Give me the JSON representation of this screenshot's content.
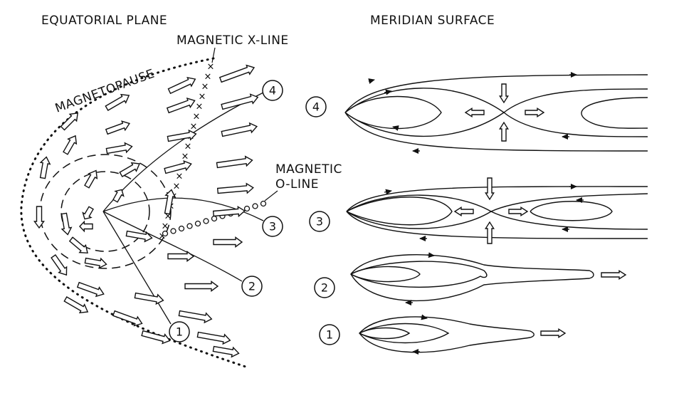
{
  "panels": {
    "equatorial_plane": {
      "title": "EQUATORIAL PLANE",
      "labels": {
        "magnetopause": "MAGNETOPAUSE",
        "x_line": "MAGNETIC X-LINE",
        "o_line_1": "MAGNETIC",
        "o_line_2": "O-LINE"
      },
      "markers": [
        "4",
        "3",
        "2",
        "1"
      ]
    },
    "meridian_surface": {
      "title": "MERIDIAN SURFACE",
      "markers": [
        "4",
        "3",
        "2",
        "1"
      ]
    }
  }
}
